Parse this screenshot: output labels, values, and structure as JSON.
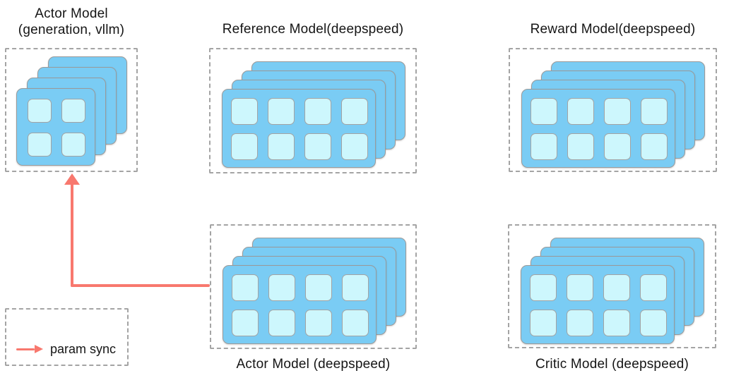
{
  "colors": {
    "card_blue": "#7accf4",
    "square_cyan": "#cdf7fd",
    "border_gray": "#9a9a9a",
    "dash_gray": "#a4a4a4",
    "arrow_red": "#f8786e",
    "text": "#151515"
  },
  "nodes": [
    {
      "id": "actor-model-vllm",
      "title_lines": [
        "Actor Model",
        "(generation, vllm)"
      ],
      "label_position": "top",
      "layers": 4,
      "grid": {
        "cols": 2,
        "rows": 2
      }
    },
    {
      "id": "reference-model",
      "title_lines": [
        "Reference Model(deepspeed)"
      ],
      "label_position": "top",
      "layers": 4,
      "grid": {
        "cols": 4,
        "rows": 2
      }
    },
    {
      "id": "reward-model",
      "title_lines": [
        "Reward Model(deepspeed)"
      ],
      "label_position": "top",
      "layers": 4,
      "grid": {
        "cols": 4,
        "rows": 2
      }
    },
    {
      "id": "actor-model-deepspeed",
      "title_lines": [
        "Actor Model (deepspeed)"
      ],
      "label_position": "bottom",
      "layers": 4,
      "grid": {
        "cols": 4,
        "rows": 2
      }
    },
    {
      "id": "critic-model",
      "title_lines": [
        "Critic Model (deepspeed)"
      ],
      "label_position": "bottom",
      "layers": 4,
      "grid": {
        "cols": 4,
        "rows": 2
      }
    }
  ],
  "connections": [
    {
      "from": "actor-model-deepspeed",
      "to": "actor-model-vllm",
      "meaning": "param sync"
    }
  ],
  "legend": {
    "label": "param sync"
  }
}
